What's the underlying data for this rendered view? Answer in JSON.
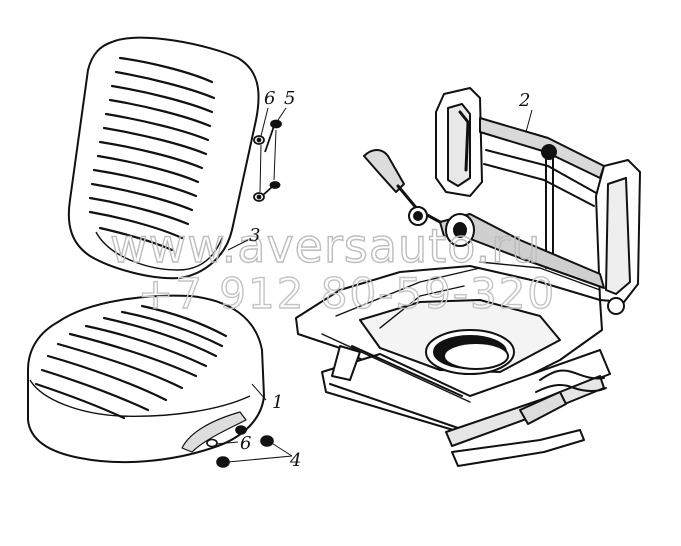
{
  "callouts": {
    "cushion": "1",
    "frame": "2",
    "backrest": "3",
    "nut": "4",
    "bolt": "5",
    "washer_upper": "6",
    "washer_lower": "6"
  },
  "watermark": {
    "site": "www.aversauto.ru",
    "phone": "+7 912 80-59-320"
  }
}
